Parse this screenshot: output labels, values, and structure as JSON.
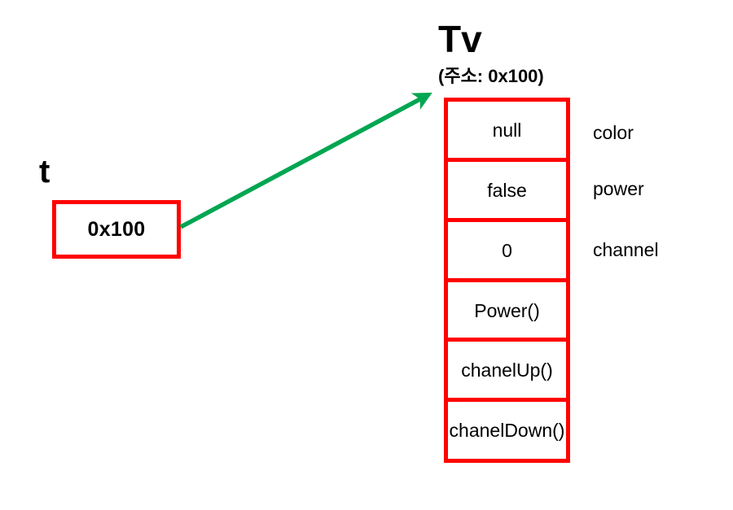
{
  "diagram": {
    "type": "object-reference-memory-diagram",
    "colors": {
      "box_border": "#ff0000",
      "arrow": "#00a651",
      "text": "#000000",
      "background": "#ffffff"
    },
    "variable": {
      "label": "t",
      "value": "0x100"
    },
    "object": {
      "title": "Tv",
      "address_caption": "(주소: 0x100)",
      "members": [
        {
          "value": "null",
          "name": "color"
        },
        {
          "value": "false",
          "name": "power"
        },
        {
          "value": "0",
          "name": "channel"
        },
        {
          "value": "Power()",
          "name": ""
        },
        {
          "value": "chanelUp()",
          "name": ""
        },
        {
          "value": "chanelDown()",
          "name": ""
        }
      ]
    },
    "arrow": {
      "from": "t-box",
      "to": "Tv-object",
      "description": "reference-pointer-arrow"
    }
  }
}
